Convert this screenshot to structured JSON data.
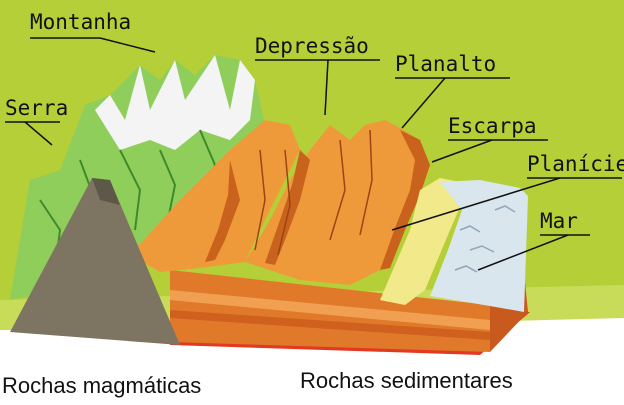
{
  "colors": {
    "background": "#b5cf38",
    "bottom_band": "#ffffff",
    "green_mountain": "#8fce5a",
    "dark_green": "#3f8a2c",
    "orange_plateau": "#ee9a3a",
    "orange_dark": "#c8621c",
    "sand": "#f2e98a",
    "sea": "#d9e6ee",
    "magma_rock": "#7d7562",
    "red_layer": "#e23a22"
  },
  "labels": {
    "montanha": "Montanha",
    "serra": "Serra",
    "depressao": "Depressão",
    "planalto": "Planalto",
    "escarpa": "Escarpa",
    "planicie": "Planície",
    "mar": "Mar",
    "rochas_magmaticas": "Rochas magmáticas",
    "rochas_sedimentares": "Rochas sedimentares"
  }
}
